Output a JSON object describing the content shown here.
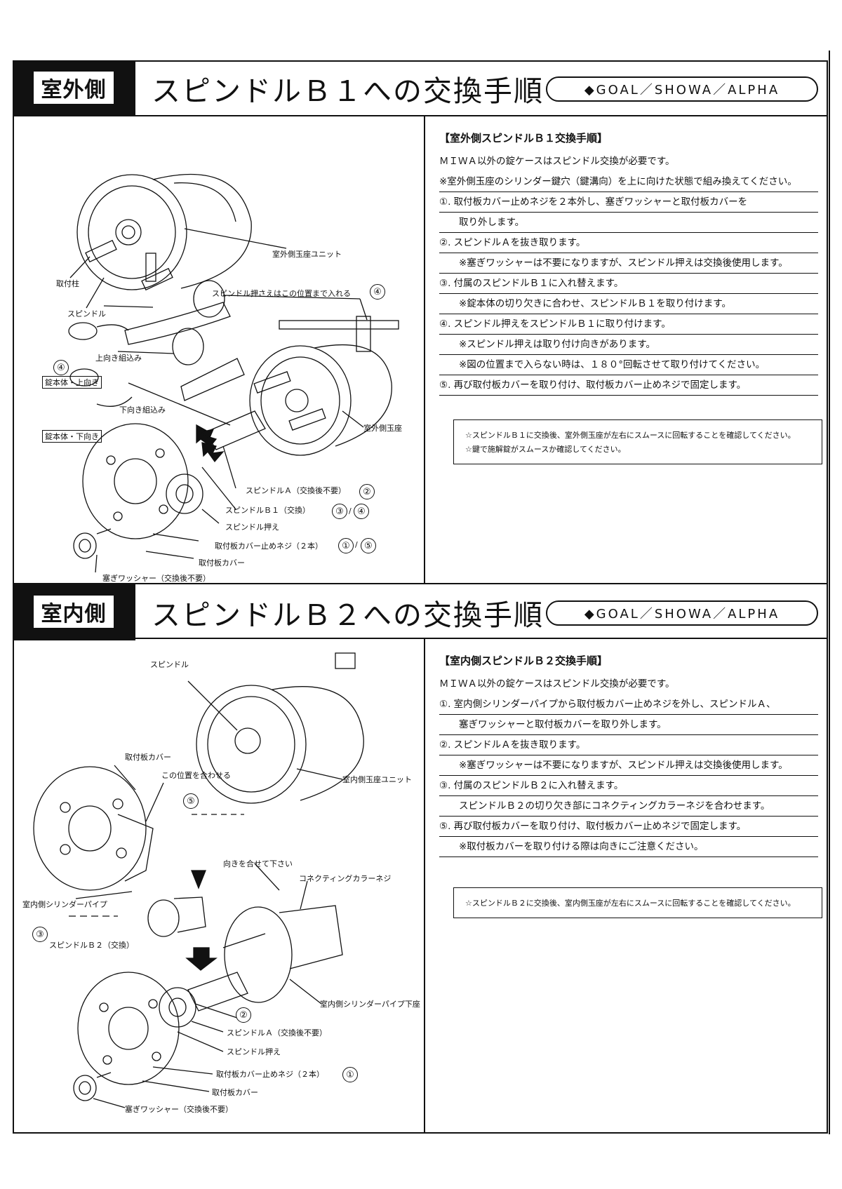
{
  "section1": {
    "label": "室外側",
    "title": "スピンドルＢ１への交換手順",
    "brands": "◆GOAL／SHOWA／ALPHA",
    "instructions": {
      "heading": "【室外側スピンドルＢ１交換手順】",
      "lines": [
        "ＭＩＷＡ以外の錠ケースはスピンドル交換が必要です。",
        "※室外側玉座のシリンダー鍵穴（鍵溝向）を上に向けた状態で組み換えてください。",
        "①. 取付板カバー止めネジを２本外し、塞ぎワッシャーと取付板カバーを",
        "取り外します。",
        "②. スピンドルＡを抜き取ります。",
        "※塞ぎワッシャーは不要になりますが、スピンドル押えは交換後使用します。",
        "③. 付属のスピンドルＢ１に入れ替えます。",
        "※錠本体の切り欠きに合わせ、スピンドルＢ１を取り付けます。",
        "④. スピンドル押えをスピンドルＢ１に取り付けます。",
        "※スピンドル押えは取り付け向きがあります。",
        "※図の位置まで入らない時は、１８０°回転させて取り付けてください。",
        "⑤. 再び取付板カバーを取り付け、取付板カバー止めネジで固定します。"
      ],
      "notes": [
        "☆スピンドルＢ１に交換後、室外側玉座が左右にスムースに回転することを確認してください。",
        "☆鍵で施解錠がスムースか確認してください。"
      ]
    },
    "diagram_labels": {
      "unit": "室外側玉座ユニット",
      "post": "取付柱",
      "spindle": "スピンドル",
      "press_position": "スピンドル押さえはこの位置まで入れる",
      "up": "上向き組込み",
      "down": "下向き組込み",
      "lock_up": "錠本体・上向き",
      "lock_down": "錠本体・下向き",
      "seat": "室外側玉座",
      "spindle_a": "スピンドルＡ（交換後不要）",
      "spindle_b1": "スピンドルＢ１（交換）",
      "spindle_press": "スピンドル押え",
      "screw": "取付板カバー止めネジ（２本）",
      "cover": "取付板カバー",
      "washer": "塞ぎワッシャー（交換後不要）",
      "n2": "②",
      "n3": "③",
      "n4": "④",
      "n1": "①",
      "n5": "⑤",
      "n4a": "④",
      "n4b": "④"
    }
  },
  "section2": {
    "label": "室内側",
    "title": "スピンドルＢ２への交換手順",
    "brands": "◆GOAL／SHOWA／ALPHA",
    "instructions": {
      "heading": "【室内側スピンドルＢ２交換手順】",
      "lines": [
        "ＭＩＷＡ以外の錠ケースはスピンドル交換が必要です。",
        "①. 室内側シリンダーパイプから取付板カバー止めネジを外し、スピンドルＡ、",
        "塞ぎワッシャーと取付板カバーを取り外します。",
        "②. スピンドルＡを抜き取ります。",
        "※塞ぎワッシャーは不要になりますが、スピンドル押えは交換後使用します。",
        "③. 付属のスピンドルＢ２に入れ替えます。",
        "スピンドルＢ２の切り欠き部にコネクティングカラーネジを合わせます。",
        "⑤. 再び取付板カバーを取り付け、取付板カバー止めネジで固定します。",
        "※取付板カバーを取り付ける際は向きにご注意ください。"
      ],
      "notes": [
        "☆スピンドルＢ２に交換後、室内側玉座が左右にスムースに回転することを確認してください。"
      ]
    },
    "diagram_labels": {
      "spindle": "スピンドル",
      "cover_top": "取付板カバー",
      "align": "この位置を合わせる",
      "unit": "室内側玉座ユニット",
      "orient": "向きを合せて下さい",
      "collar": "コネクティングカラーネジ",
      "pipe": "室内側シリンダーパイプ",
      "spindle_b2": "スピンドルＢ２（交換）",
      "pipe_base": "室内側シリンダーパイプ下座",
      "spindle_a": "スピンドルＡ（交換後不要）",
      "spindle_press": "スピンドル押え",
      "screw": "取付板カバー止めネジ（２本）",
      "cover": "取付板カバー",
      "washer": "塞ぎワッシャー（交換後不要）",
      "n5": "⑤",
      "n3": "③",
      "n2": "②",
      "n1": "①"
    }
  }
}
